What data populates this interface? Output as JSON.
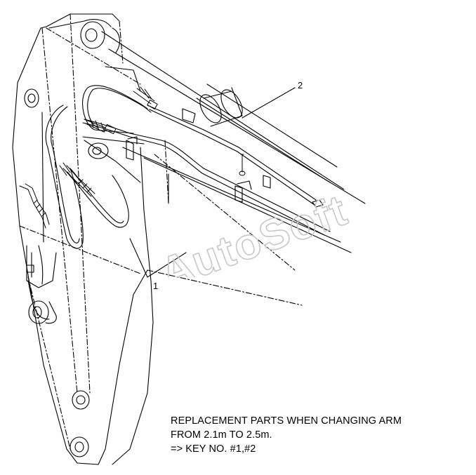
{
  "callouts": [
    {
      "id": "1",
      "text": "1"
    },
    {
      "id": "2",
      "text": "2"
    }
  ],
  "note": {
    "line1": "REPLACEMENT PARTS WHEN CHANGING ARM",
    "line2": "FROM 2.1m TO 2.5m.",
    "line3": "=> KEY NO. #1,#2"
  },
  "watermark": {
    "text": "AutoSoft",
    "color": "#c8c8c8"
  },
  "colors": {
    "ink": "#000000",
    "background": "#ffffff"
  }
}
